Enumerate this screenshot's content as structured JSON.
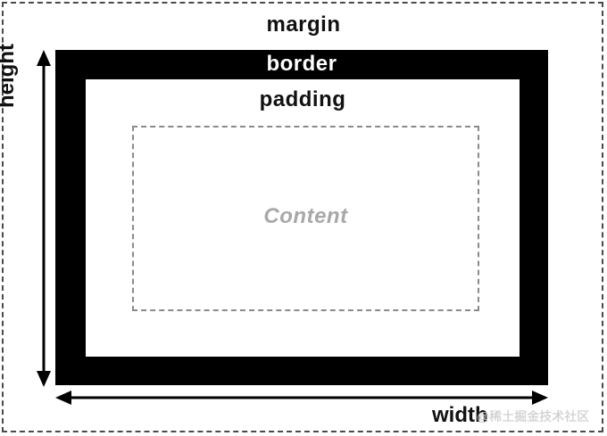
{
  "diagram": {
    "labels": {
      "margin": "margin",
      "border": "border",
      "padding": "padding",
      "content": "Content",
      "height": "height",
      "width": "width"
    },
    "watermark": "@稀土掘金技术社区"
  }
}
